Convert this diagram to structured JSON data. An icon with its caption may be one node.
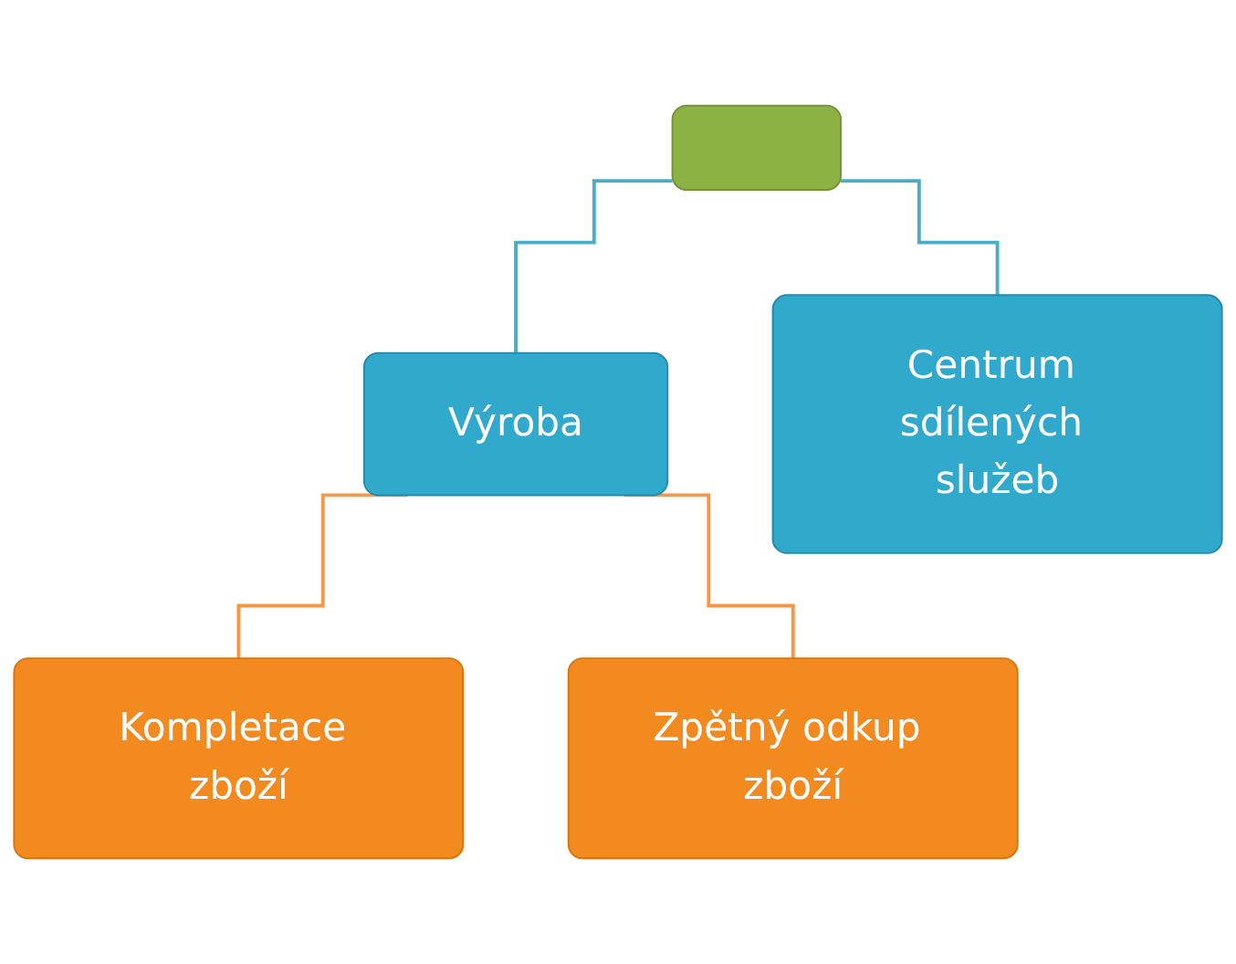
{
  "diagram": {
    "nodes": [
      {
        "text": [],
        "shape": "box"
      },
      {
        "text": [
          "Výroba"
        ]
      },
      {
        "text": [
          "Centrum sdílených služeb"
        ]
      },
      {
        "text": [
          "Kompletace zboží"
        ]
      },
      {
        "text": [
          "Zpětný odkup zboží"
        ]
      }
    ],
    "edges": [
      {
        "from": 0,
        "to": 1,
        "arrow": "none",
        "color": "#4bacc6"
      },
      {
        "from": 0,
        "to": 2,
        "arrow": "none",
        "color": "#4bacc6"
      },
      {
        "from": 1,
        "to": 3,
        "arrow": "none",
        "color": "#f79646"
      },
      {
        "from": 1,
        "to": 4,
        "arrow": "none",
        "color": "#f79646"
      }
    ]
  }
}
